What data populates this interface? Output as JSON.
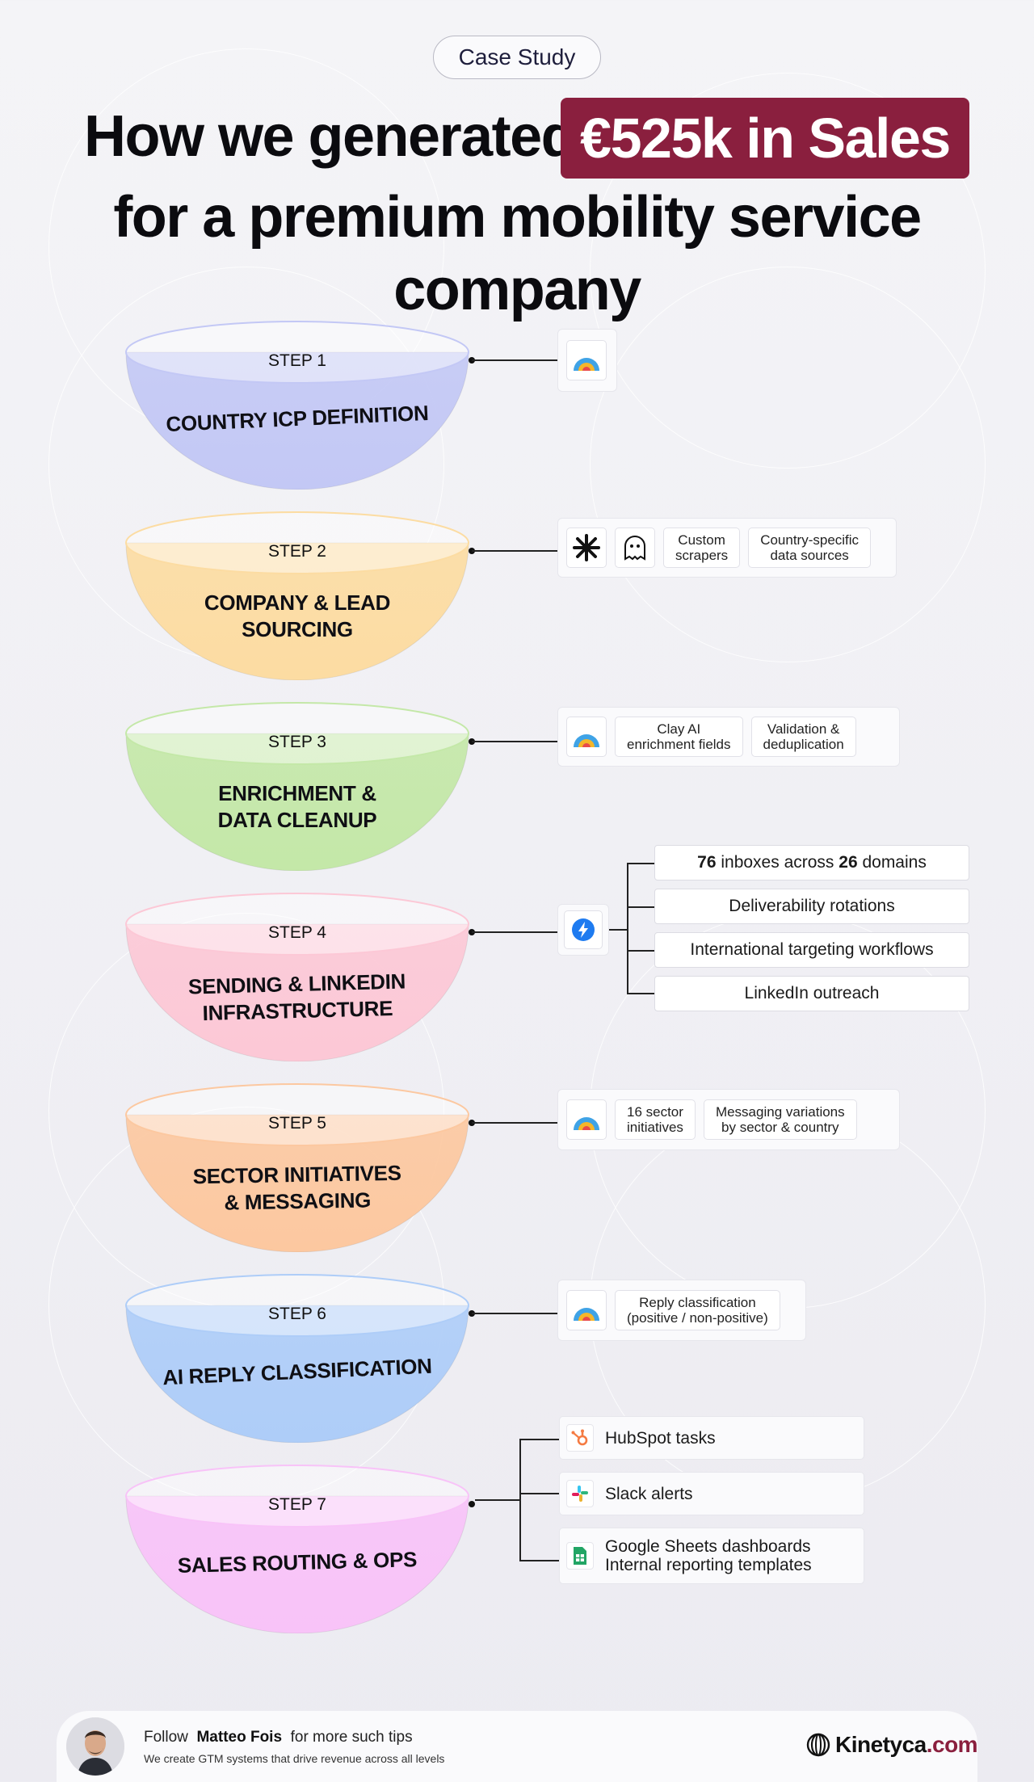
{
  "header": {
    "pill": "Case Study",
    "title_part1": "How we generated",
    "title_highlight": "€525k in Sales",
    "title_part2": "for a premium mobility service company",
    "accent_color": "#8a1f3e"
  },
  "steps": [
    {
      "label": "STEP 1",
      "title": "COUNTRY ICP DEFINITION",
      "color": "#c3c8f5",
      "tools": [
        {
          "icon": "clay-icon"
        }
      ],
      "tags": []
    },
    {
      "label": "STEP 2",
      "title": "COMPANY & LEAD\nSOURCING",
      "color": "#fcdca2",
      "tools": [
        {
          "icon": "asterisk-icon"
        },
        {
          "icon": "ghost-icon"
        }
      ],
      "tags": [
        "Custom\nscrapers",
        "Country-specific\ndata sources"
      ]
    },
    {
      "label": "STEP 3",
      "title": "ENRICHMENT &\nDATA CLEANUP",
      "color": "#c4e8a8",
      "tools": [
        {
          "icon": "clay-icon"
        }
      ],
      "tags": [
        "Clay AI\nenrichment fields",
        "Validation &\ndeduplication"
      ]
    },
    {
      "label": "STEP 4",
      "title": "SENDING & LINKEDIN\nINFRASTRUCTURE",
      "color": "#fcc8d6",
      "tools": [
        {
          "icon": "lightning-icon"
        }
      ],
      "list": [
        {
          "prefix_num": "76",
          "mid": " inboxes across ",
          "num2": "26",
          "suffix": " domains"
        },
        "Deliverability rotations",
        "International targeting workflows",
        "LinkedIn outreach"
      ]
    },
    {
      "label": "STEP 5",
      "title": "SECTOR INITIATIVES\n& MESSAGING",
      "color": "#fcc8a0",
      "tools": [
        {
          "icon": "clay-icon"
        }
      ],
      "tags": [
        "16 sector\ninitiatives",
        "Messaging variations\nby sector & country"
      ]
    },
    {
      "label": "STEP 6",
      "title": "AI REPLY CLASSIFICATION",
      "color": "#aecdf8",
      "tools": [
        {
          "icon": "clay-icon"
        }
      ],
      "tags": [
        "Reply classification\n(positive / non-positive)"
      ]
    },
    {
      "label": "STEP 7",
      "title": "SALES ROUTING & OPS",
      "color": "#f8c3f8",
      "items": [
        {
          "icon": "hubspot-icon",
          "text": "HubSpot tasks"
        },
        {
          "icon": "slack-icon",
          "text": "Slack alerts"
        },
        {
          "icon": "google-sheets-icon",
          "text": "Google Sheets dashboards\nInternal reporting templates"
        }
      ]
    }
  ],
  "footer": {
    "follow_prefix": "Follow",
    "author": "Matteo Fois",
    "follow_suffix": "for more such tips",
    "tagline": "We create GTM systems that drive revenue across all levels",
    "brand_name": "Kinetyca",
    "brand_tld": ".com"
  }
}
